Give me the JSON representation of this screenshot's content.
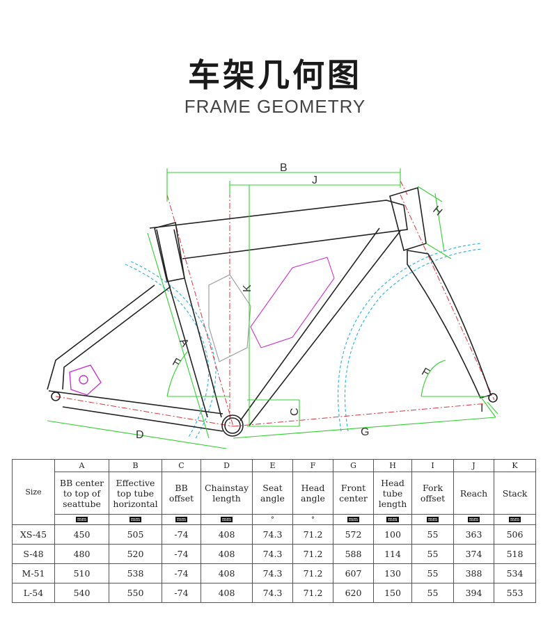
{
  "header": {
    "title_cn": "车架几何图",
    "title_en": "FRAME GEOMETRY"
  },
  "diagram": {
    "labels": [
      "A",
      "B",
      "C",
      "D",
      "E",
      "F",
      "G",
      "H",
      "I",
      "J",
      "K"
    ],
    "colors": {
      "dimension": "#2fd12f",
      "angle": "#2fd12f",
      "guide": "#e0303a",
      "wheel": "#30b8e0",
      "bottle": "#cc33cc"
    }
  },
  "table": {
    "size_header": "Size",
    "columns": [
      {
        "letter": "A",
        "name": [
          "BB center",
          "to top of",
          "seattube"
        ],
        "unit": "mm"
      },
      {
        "letter": "B",
        "name": [
          "Effective",
          "top tube",
          "horizontal"
        ],
        "unit": "mm"
      },
      {
        "letter": "C",
        "name": [
          "BB",
          "offset"
        ],
        "unit": "mm"
      },
      {
        "letter": "D",
        "name": [
          "Chainstay",
          "length"
        ],
        "unit": "mm"
      },
      {
        "letter": "E",
        "name": [
          "Seat",
          "angle"
        ],
        "unit": "°"
      },
      {
        "letter": "F",
        "name": [
          "Head",
          "angle"
        ],
        "unit": "°"
      },
      {
        "letter": "G",
        "name": [
          "Front",
          "center"
        ],
        "unit": "mm"
      },
      {
        "letter": "H",
        "name": [
          "Head",
          "tube",
          "length"
        ],
        "unit": "mm"
      },
      {
        "letter": "I",
        "name": [
          "Fork",
          "offset"
        ],
        "unit": "mm"
      },
      {
        "letter": "J",
        "name": [
          "Reach"
        ],
        "unit": "mm"
      },
      {
        "letter": "K",
        "name": [
          "Stack"
        ],
        "unit": "mm"
      }
    ],
    "rows": [
      {
        "size": "XS-45",
        "values": [
          "450",
          "505",
          "-74",
          "408",
          "74.3",
          "71.2",
          "572",
          "100",
          "55",
          "363",
          "506"
        ]
      },
      {
        "size": "S-48",
        "values": [
          "480",
          "520",
          "-74",
          "408",
          "74.3",
          "71.2",
          "588",
          "114",
          "55",
          "374",
          "518"
        ]
      },
      {
        "size": "M-51",
        "values": [
          "510",
          "538",
          "-74",
          "408",
          "74.3",
          "71.2",
          "607",
          "130",
          "55",
          "388",
          "534"
        ]
      },
      {
        "size": "L-54",
        "values": [
          "540",
          "550",
          "-74",
          "408",
          "74.3",
          "71.2",
          "620",
          "150",
          "55",
          "394",
          "553"
        ]
      }
    ]
  }
}
